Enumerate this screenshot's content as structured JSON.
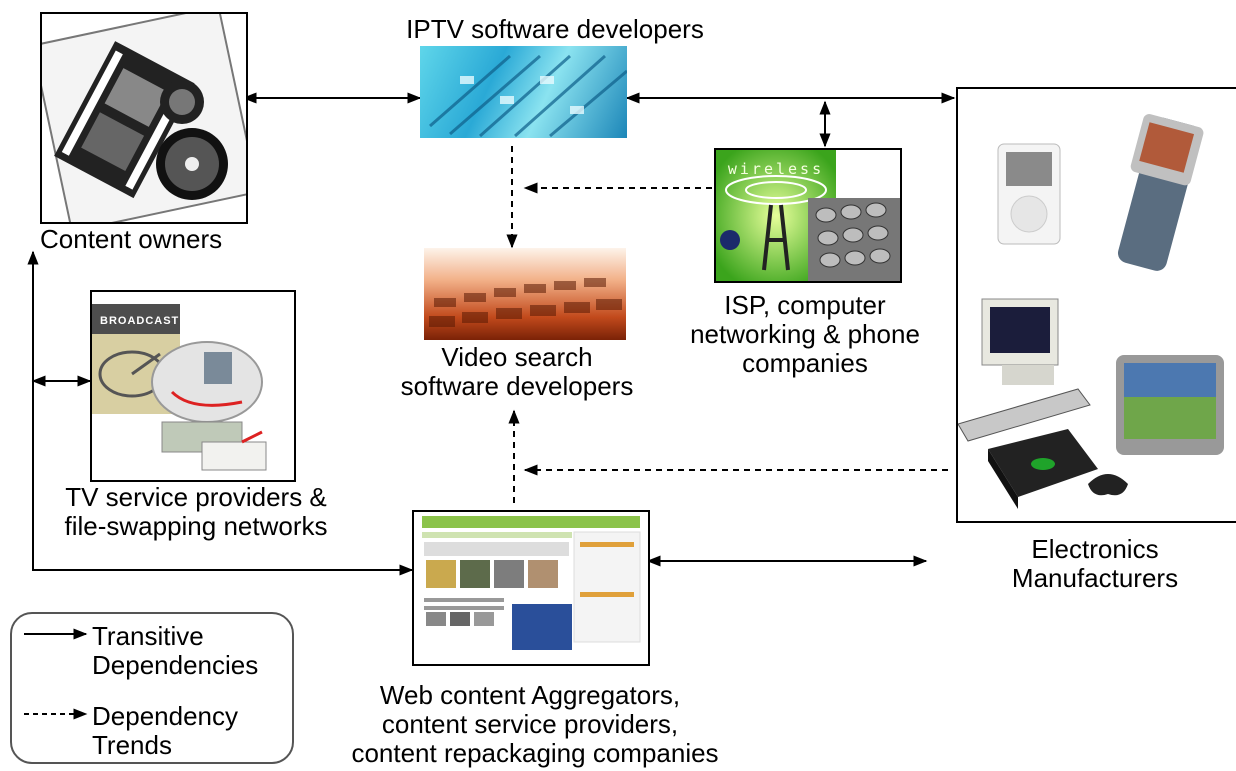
{
  "nodes": {
    "content_owners": "Content owners",
    "iptv": "IPTV software developers",
    "isp": [
      "ISP, computer",
      "networking & phone",
      "companies"
    ],
    "video_search": [
      "Video search",
      "software developers"
    ],
    "tv_providers": [
      "TV service providers &",
      "file-swapping networks"
    ],
    "electronics": [
      "Electronics",
      "Manufacturers"
    ],
    "web_content": [
      "Web content Aggregators,",
      "content service providers,",
      "content repackaging companies"
    ]
  },
  "image_text": {
    "broadcast": "BROADCAST",
    "wireless": "wireless"
  },
  "legend": {
    "solid": [
      "Transitive",
      "Dependencies"
    ],
    "dashed": [
      "Dependency",
      "Trends"
    ]
  }
}
